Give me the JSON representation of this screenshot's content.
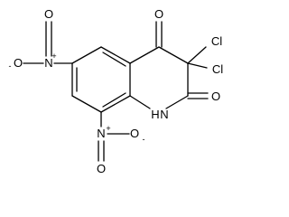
{
  "structure": {
    "carbonyl_top": "O",
    "carbonyl_right": "O",
    "chloro_a": "Cl",
    "chloro_b": "Cl",
    "nh": "H",
    "nh_n": "N",
    "no2_top_n": "N",
    "no2_top_plus": "+",
    "no2_top_o_left": "O",
    "no2_top_o_left_charge": "-",
    "no2_top_o_up": "O",
    "no2_bottom_n": "N",
    "no2_bottom_plus": "+",
    "no2_bottom_o_right": "O",
    "no2_bottom_o_right_charge": "-",
    "no2_bottom_o_down": "O"
  }
}
